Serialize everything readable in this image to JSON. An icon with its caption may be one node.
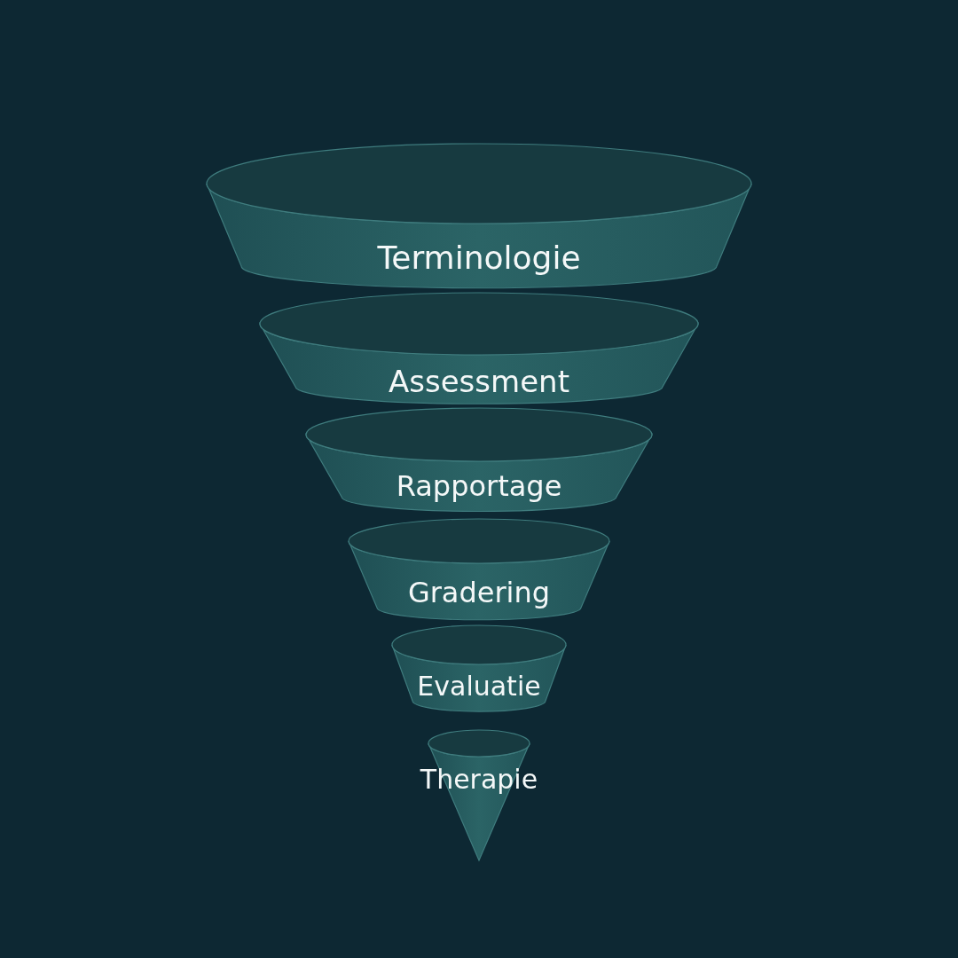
{
  "diagram": {
    "nodes": [
      {
        "text": [
          "Terminologie"
        ]
      },
      {
        "text": [
          "Assessment"
        ]
      },
      {
        "text": [
          "Rapportage"
        ]
      },
      {
        "text": [
          "Gradering"
        ]
      },
      {
        "text": [
          "Evaluatie"
        ]
      },
      {
        "text": [
          "Therapie"
        ]
      }
    ]
  }
}
